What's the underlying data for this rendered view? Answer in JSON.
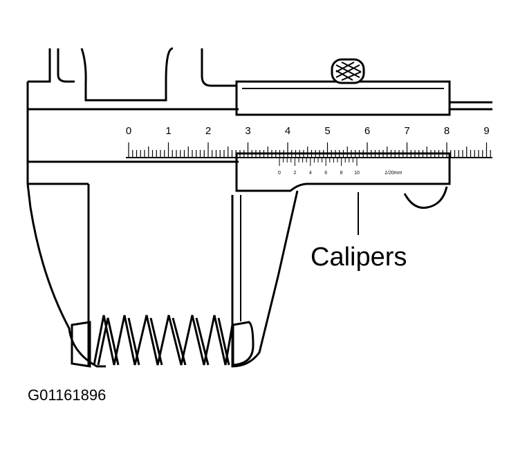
{
  "figure": {
    "callout_label": "Calipers",
    "figure_id": "G01161896",
    "main_scale_numbers": [
      "0",
      "1",
      "2",
      "3",
      "4",
      "5",
      "6",
      "7",
      "8",
      "9"
    ],
    "vernier_numbers": [
      "0",
      "2",
      "4",
      "6",
      "8",
      "10"
    ],
    "vernier_resolution": "1/20mm",
    "line_color": "#000000",
    "background": "#ffffff"
  }
}
